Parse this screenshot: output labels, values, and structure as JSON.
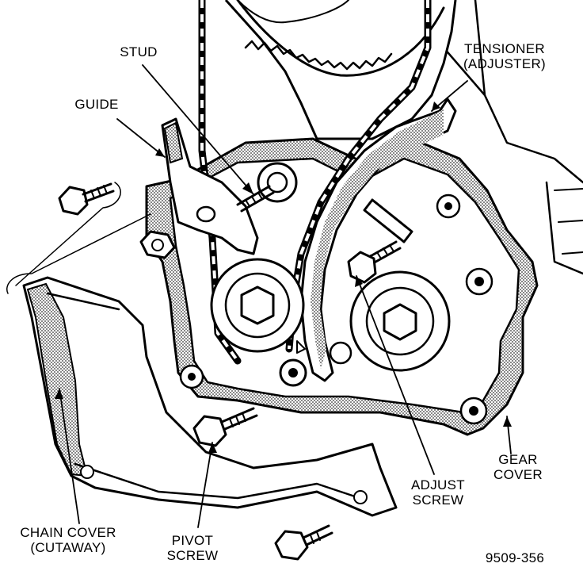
{
  "labels": {
    "stud": "STUD",
    "guide": "GUIDE",
    "tensioner_line1": "TENSIONER",
    "tensioner_line2": "(ADJUSTER)",
    "gear_cover_line1": "GEAR",
    "gear_cover_line2": "COVER",
    "adjust_screw_line1": "ADJUST",
    "adjust_screw_line2": "SCREW",
    "chain_cover_line1": "CHAIN COVER",
    "chain_cover_line2": "(CUTAWAY)",
    "pivot_screw_line1": "PIVOT",
    "pivot_screw_line2": "SCREW",
    "figure_id": "9509-356"
  },
  "colors": {
    "ink": "#000000",
    "paper": "#ffffff",
    "shading": "#7a7a7a"
  }
}
